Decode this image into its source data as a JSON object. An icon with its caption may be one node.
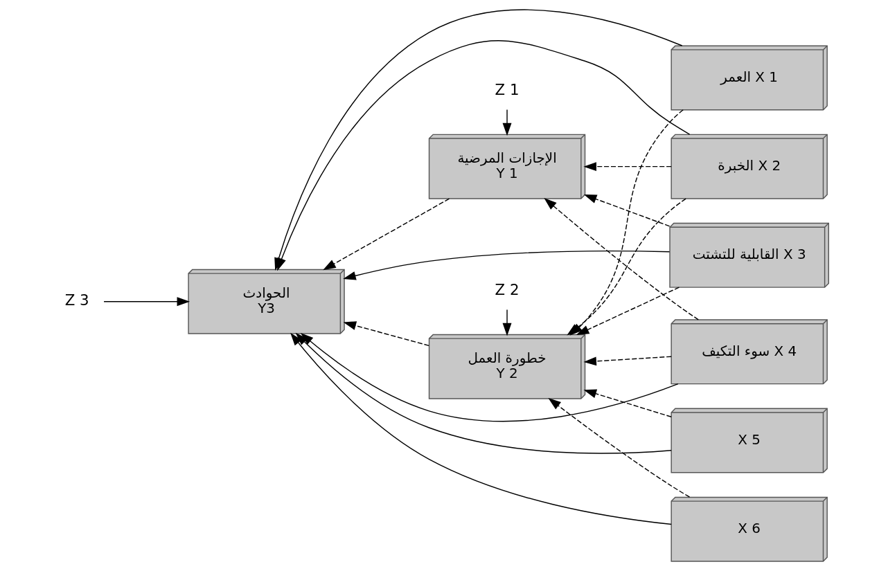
{
  "diagram": {
    "nodes": [
      {
        "text": [
          "العمر X 1"
        ]
      },
      {
        "text": [
          "الخبرة X 2"
        ]
      },
      {
        "text": [
          "القابلية للتشتت X 3"
        ]
      },
      {
        "text": [
          "سوء التكيف X 4"
        ]
      },
      {
        "text": [
          "X 5"
        ]
      },
      {
        "text": [
          "X 6"
        ]
      },
      {
        "text": [
          "الإجازات المرضية",
          "Y 1"
        ]
      },
      {
        "text": [
          "خطورة العمل",
          "Y 2"
        ]
      },
      {
        "text": [
          "الحوادث",
          "Y3"
        ]
      },
      {
        "text": [
          "Z 1"
        ]
      },
      {
        "text": [
          "Z 2"
        ]
      },
      {
        "text": [
          "Z 3"
        ]
      }
    ],
    "edges": [
      {
        "from": 0,
        "to": 8,
        "arrow": "to"
      },
      {
        "from": 1,
        "to": 8,
        "arrow": "to"
      },
      {
        "from": 2,
        "to": 8,
        "arrow": "to"
      },
      {
        "from": 3,
        "to": 8,
        "arrow": "to"
      },
      {
        "from": 4,
        "to": 8,
        "arrow": "to"
      },
      {
        "from": 5,
        "to": 8,
        "arrow": "to"
      },
      {
        "from": 1,
        "to": 6,
        "arrow": "to",
        "style": "dashed"
      },
      {
        "from": 2,
        "to": 6,
        "arrow": "to",
        "style": "dashed"
      },
      {
        "from": 3,
        "to": 6,
        "arrow": "to",
        "style": "dashed"
      },
      {
        "from": 0,
        "to": 7,
        "arrow": "to",
        "style": "dashed"
      },
      {
        "from": 1,
        "to": 7,
        "arrow": "to",
        "style": "dashed"
      },
      {
        "from": 2,
        "to": 7,
        "arrow": "to",
        "style": "dashed"
      },
      {
        "from": 3,
        "to": 7,
        "arrow": "to",
        "style": "dashed"
      },
      {
        "from": 4,
        "to": 7,
        "arrow": "to",
        "style": "dashed"
      },
      {
        "from": 5,
        "to": 7,
        "arrow": "to",
        "style": "dashed"
      },
      {
        "from": 6,
        "to": 8,
        "arrow": "to",
        "style": "dashed"
      },
      {
        "from": 7,
        "to": 8,
        "arrow": "to",
        "style": "dashed"
      },
      {
        "from": 9,
        "to": 6,
        "arrow": "to"
      },
      {
        "from": 10,
        "to": 7,
        "arrow": "to"
      },
      {
        "from": 11,
        "to": 8,
        "arrow": "to"
      }
    ]
  }
}
